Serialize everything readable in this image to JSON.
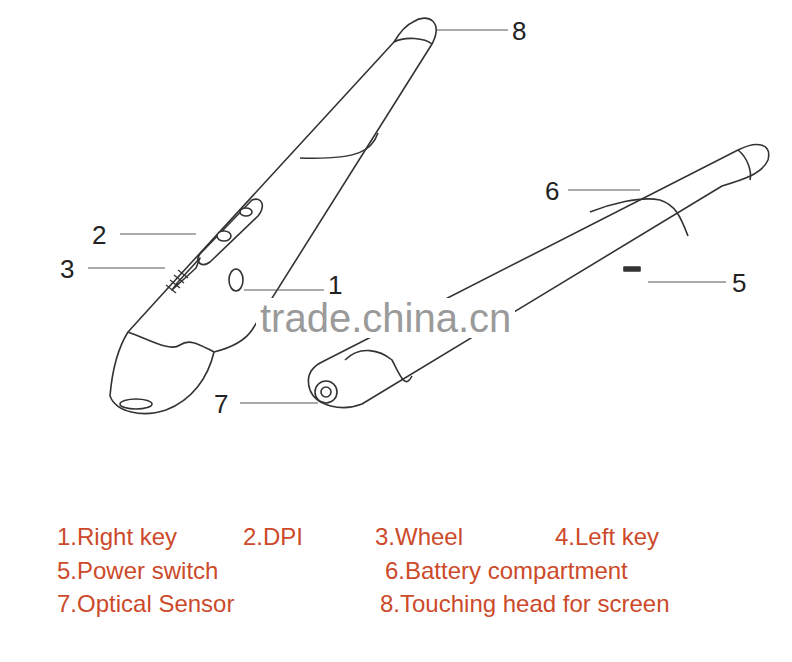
{
  "diagram": {
    "labels": [
      "8",
      "2",
      "3",
      "1",
      "6",
      "5",
      "7",
      "trade.china.cn",
      "1.Right key",
      "2.DPI",
      "3.Wheel",
      "4.Left key",
      "5.Power switch",
      "6.Battery compartment",
      "7.Optical Sensor",
      "8.Touching head for screen"
    ]
  }
}
